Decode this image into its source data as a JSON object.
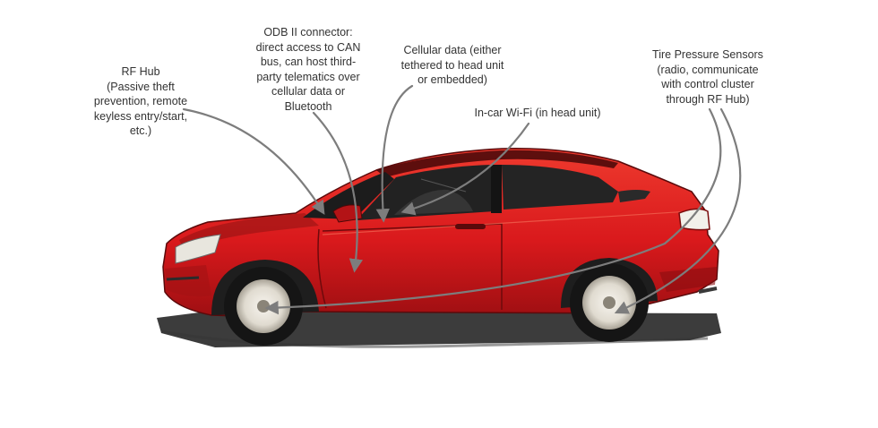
{
  "labels": {
    "rf_hub": "RF Hub\n(Passive theft\nprevention, remote\nkeyless entry/start,\netc.)",
    "odb": "ODB II connector:\ndirect access to CAN\nbus, can host third-\nparty telematics over\ncellular data or\nBluetooth",
    "cellular": "Cellular data (either\ntethered to head unit\nor embedded)",
    "wifi": "In-car Wi-Fi (in head unit)",
    "tire": "Tire Pressure Sensors\n(radio, communicate\nwith control cluster\nthrough RF Hub)"
  },
  "colors": {
    "car_body": "#d9191c",
    "car_dark": "#7a0a0b",
    "tire": "#151515",
    "rim": "#e4e0d8",
    "arrow": "#7d7d7d",
    "text": "#333333"
  }
}
